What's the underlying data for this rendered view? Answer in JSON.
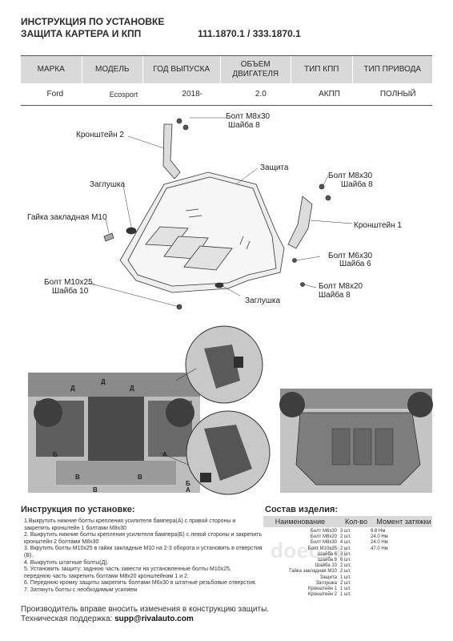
{
  "header": {
    "title_line1": "ИНСТРУКЦИЯ ПО УСТАНОВКЕ",
    "title_line2": "ЗАЩИТА КАРТЕРА И КПП",
    "codes": "111.1870.1 / 333.1870.1"
  },
  "spec_table": {
    "headers": [
      "МАРКА",
      "МОДЕЛЬ",
      "ГОД ВЫПУСКА",
      "ОБЪЕМ ДВИГАТЕЛЯ",
      "ТИП КПП",
      "ТИП ПРИВОДА"
    ],
    "values": [
      "Ford",
      "Ecosport",
      "2018-",
      "2.0",
      "АКПП",
      "ПОЛНЫЙ"
    ]
  },
  "diagram_labels": {
    "bolt_m8x30_top": "Болт М8х30",
    "washer8_top": "Шайба 8",
    "bracket2": "Кронштейн 2",
    "guard": "Защита",
    "plug_top": "Заглушка",
    "bolt_m8x30_right": "Болт М8х30",
    "washer8_right": "Шайба 8",
    "nut_m10": "Гайка закладная М10",
    "bracket1": "Кронштейн 1",
    "bolt_m6x30": "Болт М6х30",
    "washer6": "Шайба 6",
    "bolt_m10x25": "Болт М10х25,",
    "washer10": "Шайба 10",
    "bolt_m8x20": "Болт М8х20",
    "washer8_bottom": "Шайба 8",
    "plug_bottom": "Заглушка"
  },
  "callout_letters": {
    "d1": "Д",
    "d2": "Д",
    "d3": "Д",
    "b1": "Б",
    "b2": "Б",
    "v1": "В",
    "v2": "В",
    "a1": "А",
    "a2": "А",
    "v3": "В"
  },
  "instructions": {
    "title": "Инструкция по установке:",
    "steps": [
      "1.Выкрутить нижние болты крепления усилителя бампера(А) с правой стороны и",
      "закрепить кронштейн 1 болтами М8х30",
      "2. Выкрутить нижние болты крепления усилителя бампера(Б) с левой стороны и закрепить",
      "кронштейн 2 болтами М8х30",
      "3. Вкрутить болты М10х25 в гайки закладные М10 на 2-3 оборота и установить в отверстия",
      "(В).",
      "4. Выкрутить штатные болты(Д).",
      "5. Установить защиту: заднюю часть завести на установленные болты М10х25,",
      "переднюю часть закрепить болтами М8х20 кронштейнам 1 и 2.",
      "6. Переднюю кромку защиты закрепить болтами М6х30 в штатные резьбовые отверстия.",
      "7. Затянуть болты с необходимым усилием"
    ]
  },
  "composition": {
    "title": "Состав изделия:",
    "headers": [
      "Наименование",
      "Кол-во",
      "Момент затяжки"
    ],
    "rows": [
      [
        "Болт М6х30",
        "3 шт.",
        "9.8 Нм"
      ],
      [
        "Болт М8х20",
        "2 шт.",
        "24.0 Нм"
      ],
      [
        "Болт М8х30",
        "4 шт.",
        "24.0 Нм"
      ],
      [
        "Болт М10х25",
        "2 шт.",
        "47.0 Нм"
      ],
      [
        "Шайба 6",
        "3 шт.",
        ""
      ],
      [
        "Шайба 8",
        "6 шт.",
        ""
      ],
      [
        "Шайба 10",
        "2 шт.",
        ""
      ],
      [
        "Гайка закладная М10",
        "2 шт.",
        ""
      ],
      [
        "Защита",
        "1 шт.",
        ""
      ],
      [
        "Заглушка",
        "2 шт.",
        ""
      ],
      [
        "Кронштейн 1",
        "1 шт.",
        ""
      ],
      [
        "Кронштейн 2",
        "1 шт.",
        ""
      ]
    ]
  },
  "watermark": "doec.ru",
  "footer": {
    "line1": "Производитель вправе вносить изменения в конструкцию защиты.",
    "support_label": "Техническая поддержка: ",
    "support_email": "supp@rivalauto.com"
  }
}
